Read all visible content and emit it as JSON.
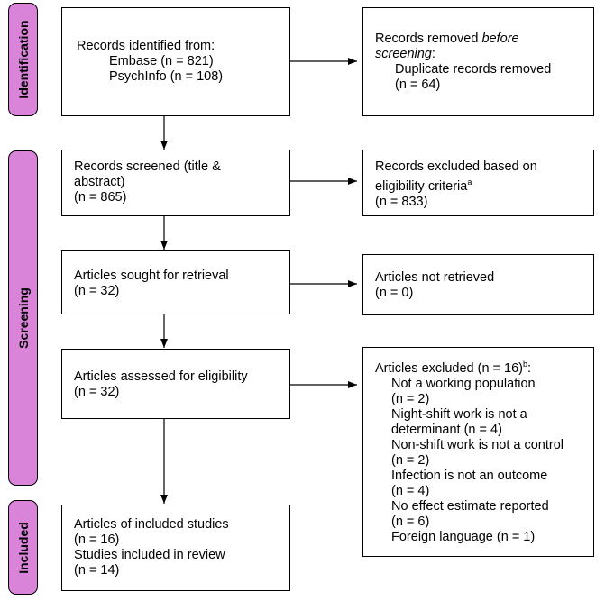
{
  "phases": {
    "identification": "Identification",
    "screening": "Screening",
    "included": "Included"
  },
  "boxes": {
    "identified": {
      "heading": "Records identified from:",
      "line1": "Embase (n = 821)",
      "line2": "PsychInfo (n = 108)"
    },
    "removed": {
      "line1_a": "Records removed ",
      "line1_b": "before",
      "line2_a": "screening",
      "line2_b": ":",
      "line3": "Duplicate records removed",
      "line4": "(n = 64)"
    },
    "screened": {
      "line1": "Records screened (title &",
      "line2": "abstract)",
      "line3": "(n = 865)"
    },
    "excluded_criteria": {
      "line1": "Records excluded based on",
      "line2": "eligibility criteria",
      "sup": "a",
      "line3": "(n = 833)"
    },
    "sought": {
      "line1": "Articles sought for retrieval",
      "line2": "(n = 32)"
    },
    "not_retrieved": {
      "line1": "Articles not retrieved",
      "line2": "(n = 0)"
    },
    "assessed": {
      "line1": "Articles assessed for eligibility",
      "line2": "(n = 32)"
    },
    "excluded_articles": {
      "heading": "Articles excluded (n = 16)",
      "sup": "b",
      "heading_end": ":",
      "items": [
        "Not a working population",
        "(n = 2)",
        "Night-shift work is not a",
        "determinant (n = 4)",
        "Non-shift work is not a control",
        "(n = 2)",
        "Infection is not an outcome",
        "(n = 4)",
        "No effect estimate reported",
        "(n = 6)",
        "Foreign language (n = 1)"
      ]
    },
    "included": {
      "line1": "Articles of included studies",
      "line2": "(n = 16)",
      "line3": "Studies included in review",
      "line4": "(n = 14)"
    }
  }
}
